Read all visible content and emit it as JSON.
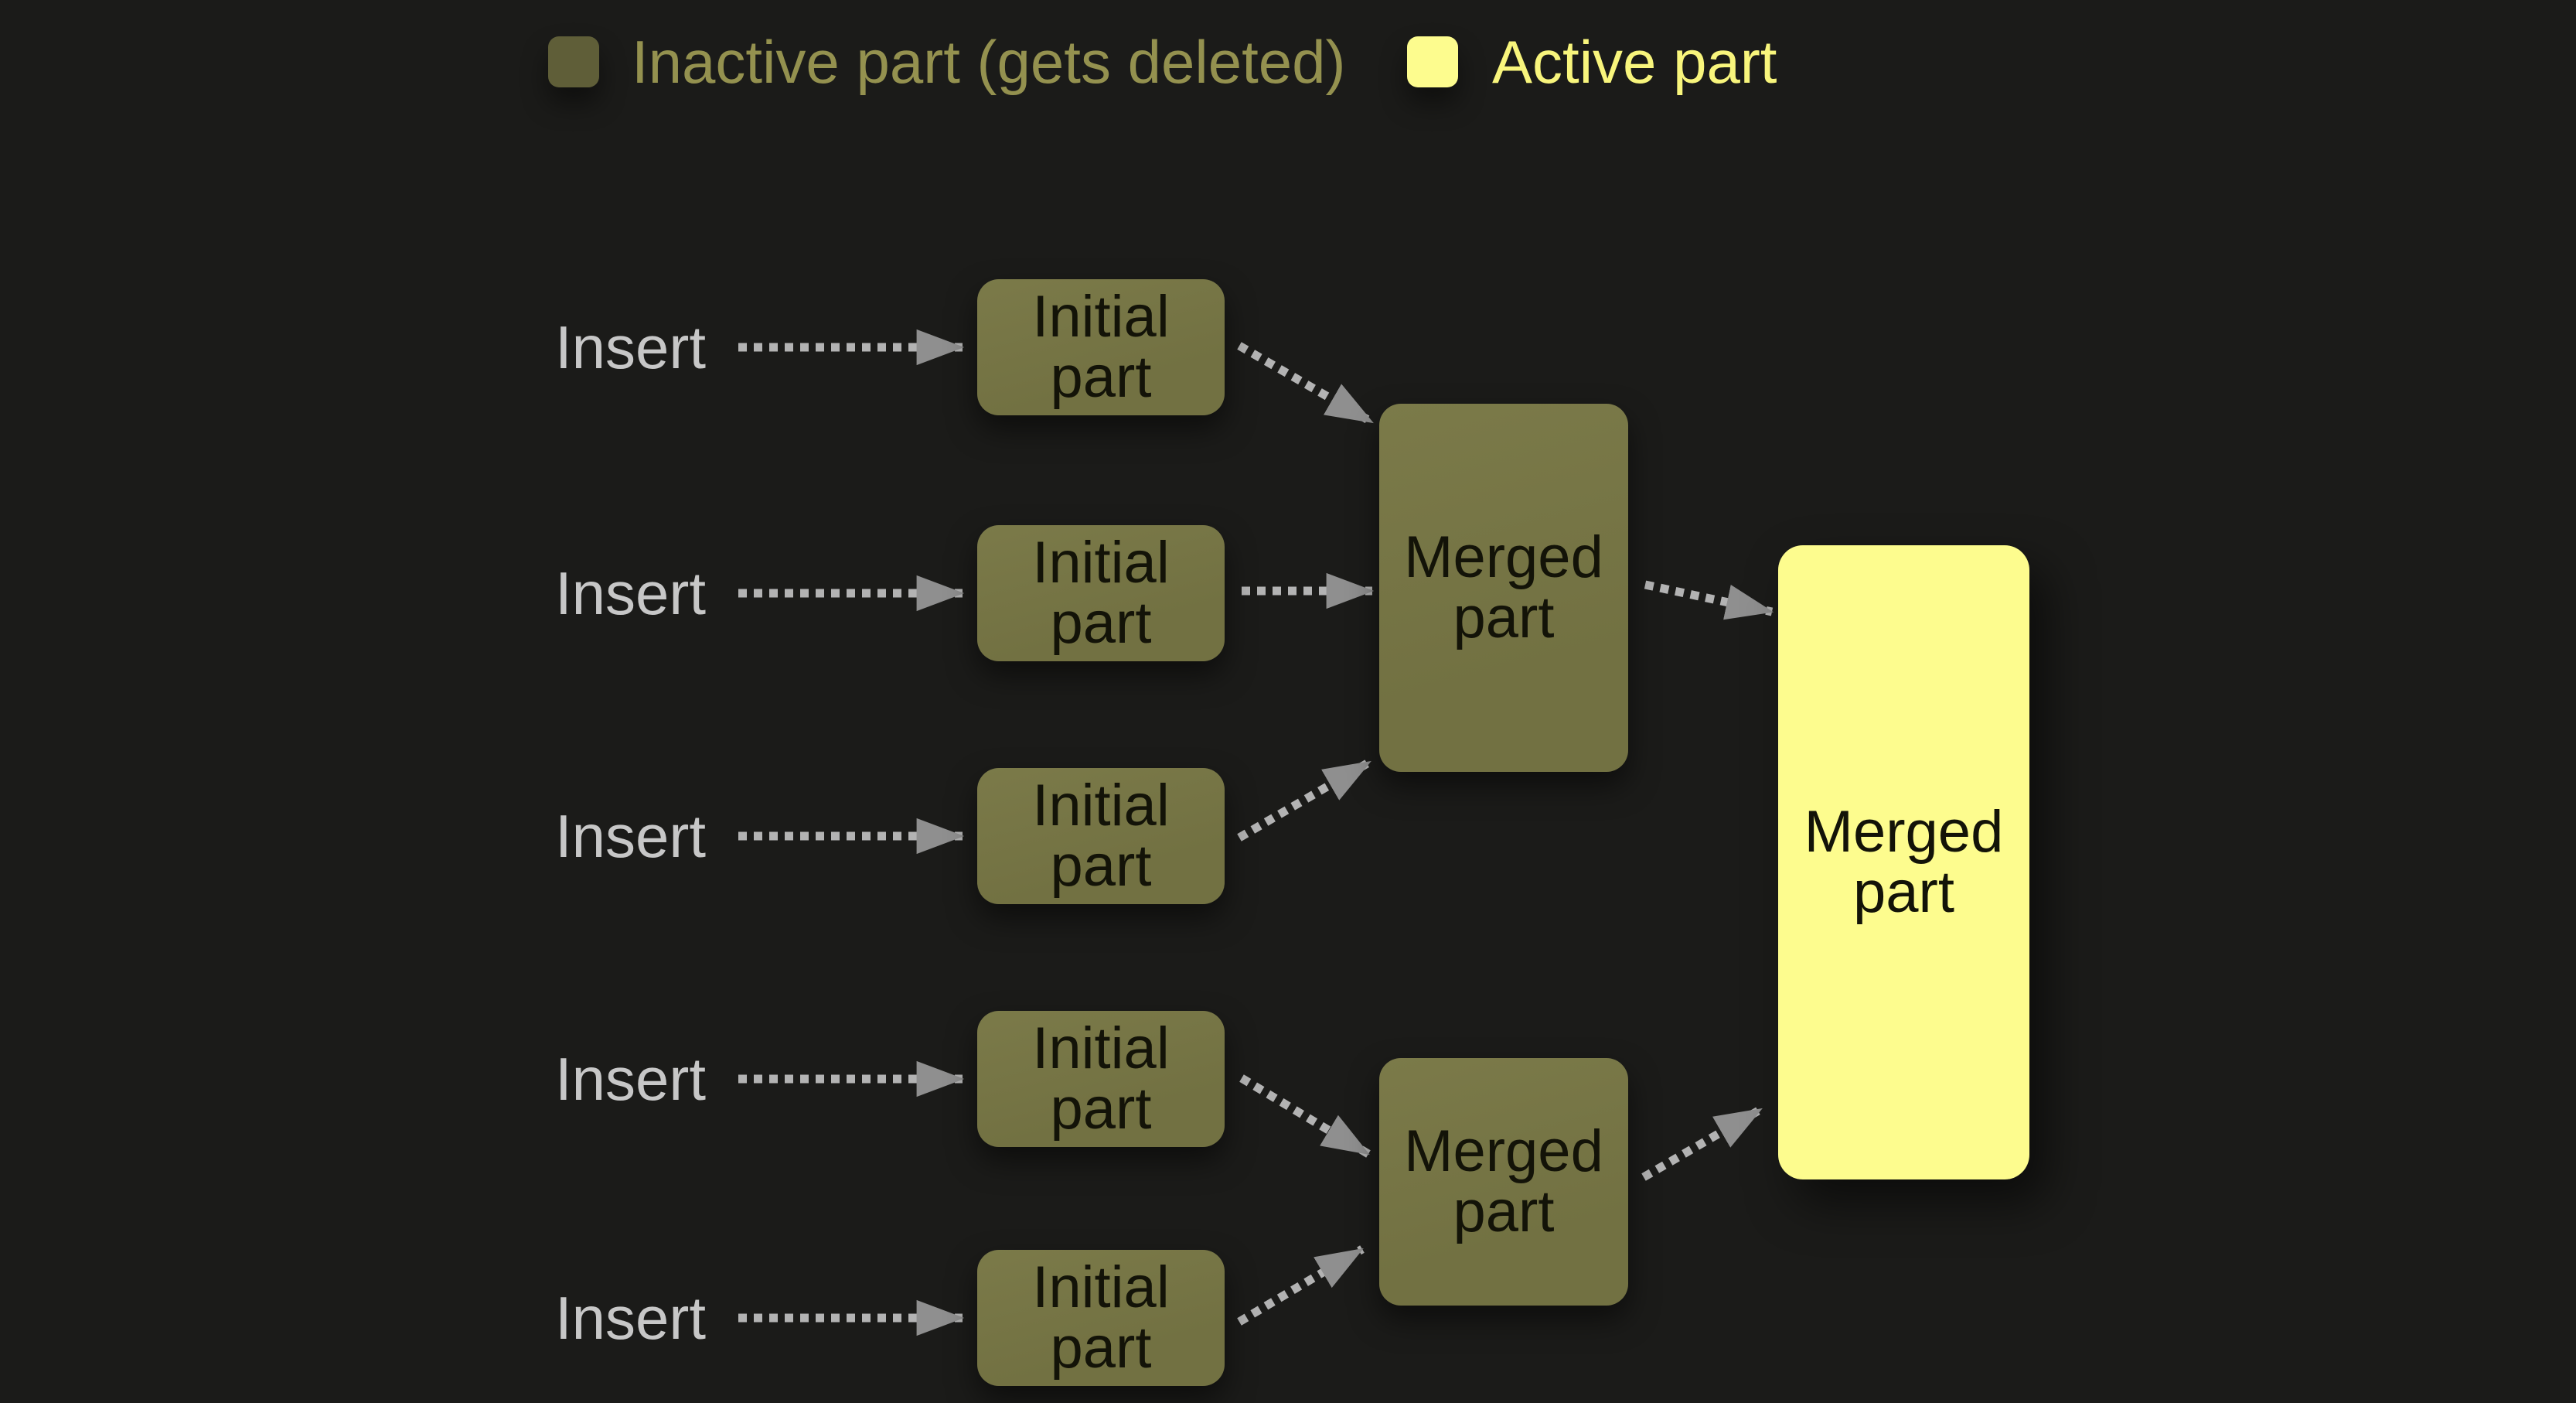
{
  "legend": {
    "inactive_label": "Inactive part (gets deleted)",
    "active_label": "Active part"
  },
  "diagram": {
    "insert_label": "Insert",
    "initial_part_label": "Initial part",
    "merged_part_label": "Merged part"
  },
  "colors": {
    "background": "#1b1b19",
    "inactive_fill": "#727142",
    "inactive_fill_light": "#7b7a49",
    "inactive_swatch": "#5f5e38",
    "inactive_text": "#94914f",
    "active_fill": "#fdfc8e",
    "active_text": "#f8f57c",
    "insert_text": "#c7c7c7",
    "arrow": "#b3b3b3",
    "arrowhead": "#8f8f8f",
    "node_text": "#131308"
  }
}
